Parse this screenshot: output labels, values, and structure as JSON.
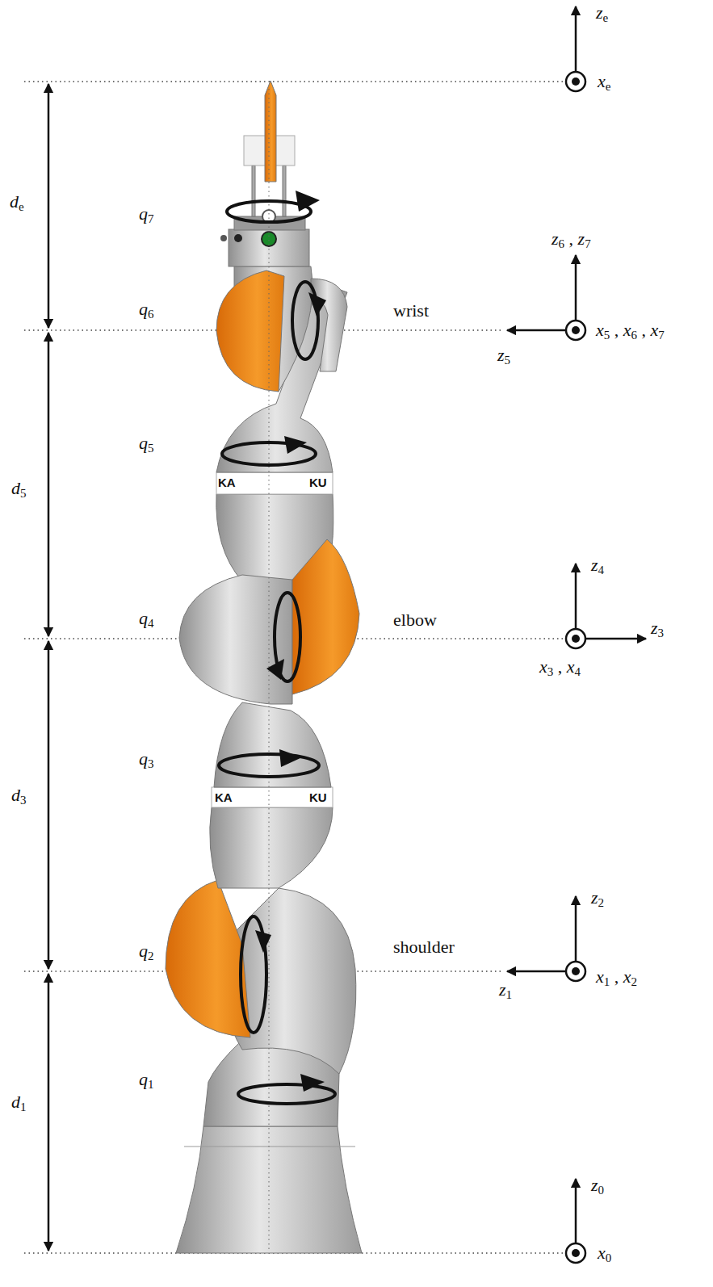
{
  "diagram": {
    "labels": [
      "ze",
      "xe",
      "de",
      "q7",
      "z6 , z7",
      "q6",
      "wrist",
      "z5",
      "x5 , x6 , x7",
      "q5",
      "KA",
      "KU",
      "d5",
      "q4",
      "z4",
      "elbow",
      "z3",
      "x3 , x4",
      "q3",
      "d3",
      "KA",
      "KU",
      "z2",
      "q2",
      "shoulder",
      "x1 , x2",
      "z1",
      "q1",
      "d1",
      "z0",
      "x0"
    ]
  }
}
